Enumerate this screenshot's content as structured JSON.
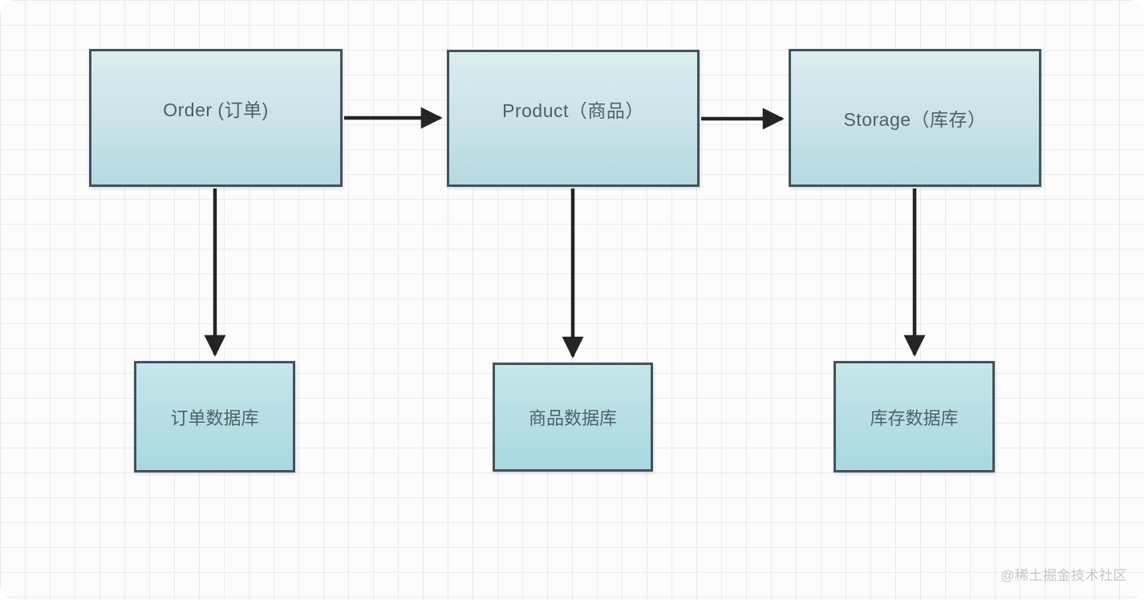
{
  "diagram": {
    "top_nodes": [
      {
        "id": "order",
        "label": "Order (订单)"
      },
      {
        "id": "product",
        "label": "Product（商品）"
      },
      {
        "id": "storage",
        "label": "Storage（库存）"
      }
    ],
    "db_nodes": [
      {
        "id": "order-db",
        "label": "订单数据库"
      },
      {
        "id": "product-db",
        "label": "商品数据库"
      },
      {
        "id": "storage-db",
        "label": "库存数据库"
      }
    ],
    "edges": [
      {
        "from": "Order (订单)",
        "to": "Product（商品）",
        "direction": "right"
      },
      {
        "from": "Product（商品）",
        "to": "Storage（库存）",
        "direction": "right"
      },
      {
        "from": "Order (订单)",
        "to": "订单数据库",
        "direction": "down"
      },
      {
        "from": "Product（商品）",
        "to": "商品数据库",
        "direction": "down"
      },
      {
        "from": "Storage（库存）",
        "to": "库存数据库",
        "direction": "down"
      }
    ]
  },
  "watermark": {
    "text": "@稀土掘金技术社区"
  },
  "colors": {
    "node_fill_top": "#dbedef",
    "node_fill_bottom": "#b4dae1",
    "db_fill_top": "#c6e6ea",
    "db_fill_bottom": "#a9d8e0",
    "node_border": "#43525a",
    "node_text": "#4e6168",
    "arrow": "#242424",
    "grid_line": "#ebebee",
    "background": "#fcfcfd",
    "watermark_text": "#c7c7c8"
  }
}
